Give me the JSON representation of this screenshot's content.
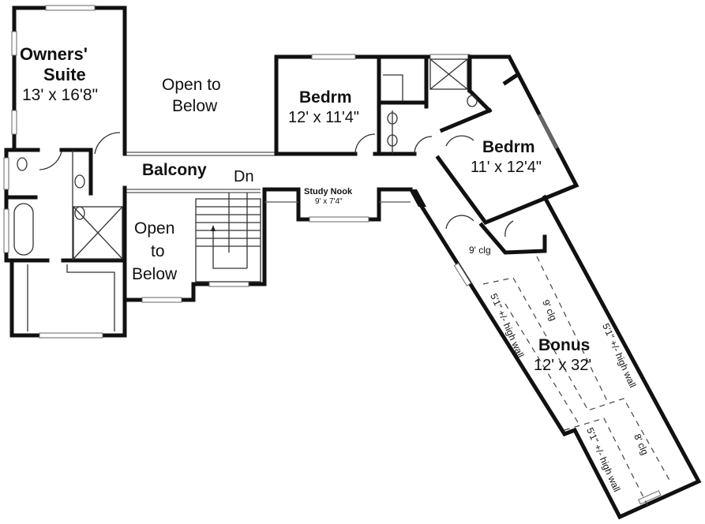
{
  "plan": {
    "type": "upper floor plan",
    "rooms": [
      {
        "id": "owners-suite",
        "name": "Owners'",
        "name2": "Suite",
        "size": "13' x 16'8\""
      },
      {
        "id": "bedroom-1",
        "name": "Bedrm",
        "size": "12' x 11'4\""
      },
      {
        "id": "bedroom-2",
        "name": "Bedrm",
        "size": "11' x 12'4\""
      },
      {
        "id": "study-nook",
        "name": "Study Nook",
        "size": "9' x 7'4\""
      },
      {
        "id": "bonus",
        "name": "Bonus",
        "size": "12' x 32'"
      },
      {
        "id": "balcony",
        "name": "Balcony"
      }
    ],
    "open_areas": [
      {
        "id": "open-top",
        "line1": "Open to",
        "line2": "Below"
      },
      {
        "id": "open-mid",
        "line1": "Open",
        "line2": "to",
        "line3": "Below"
      }
    ],
    "stair_label": "Dn",
    "notes": {
      "clg_9_hall": "9' clg",
      "clg_9_bonus": "9' clg",
      "clg_8_bonus": "8' clg",
      "high_wall_left": "5'1\" +/- high wall",
      "high_wall_right": "5'1\" +/- high wall",
      "high_wall_lower": "5'1\" +/- high wall"
    },
    "colors": {
      "wall": "#111111",
      "background": "#ffffff",
      "window": "#666666"
    }
  }
}
